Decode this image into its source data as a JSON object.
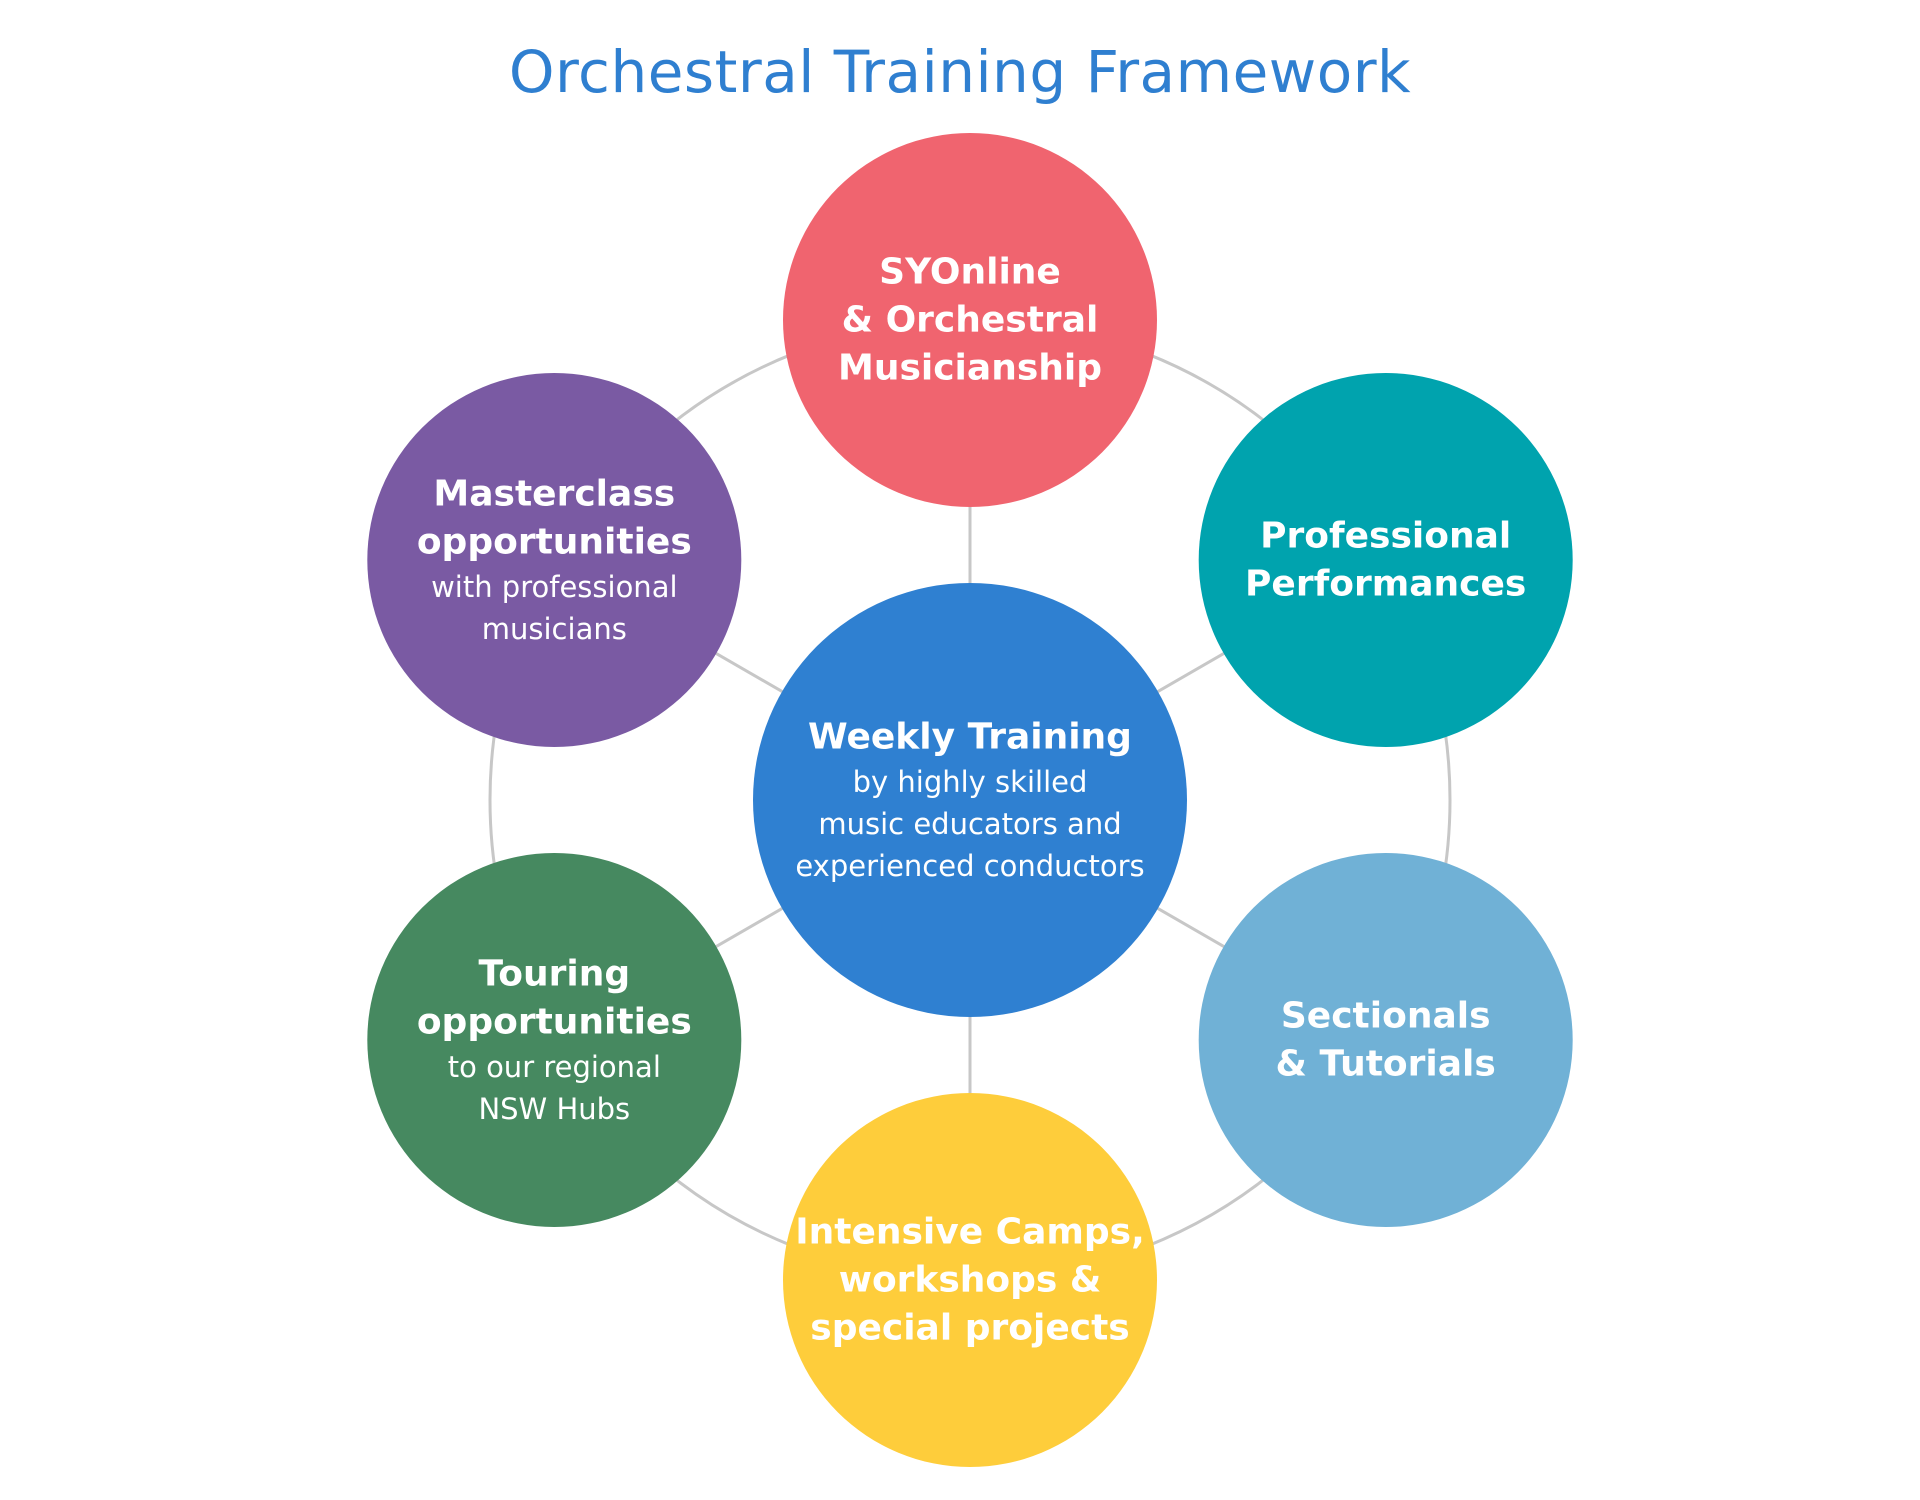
{
  "title": "Orchestral Training Framework",
  "colors": {
    "title": "#2f7fd0",
    "connector": "#c7c7c7",
    "label": "#ffffff"
  },
  "center": {
    "id": "weekly-training",
    "color": "#2f80d1",
    "lines": [
      {
        "text": "Weekly Training",
        "weight": "bold"
      },
      {
        "text": "by highly skilled",
        "weight": "normal"
      },
      {
        "text": "music educators and",
        "weight": "normal"
      },
      {
        "text": "experienced conductors",
        "weight": "normal"
      }
    ]
  },
  "nodes": [
    {
      "id": "syonline",
      "color": "#f0646f",
      "lines": [
        {
          "text": "SYOnline",
          "weight": "bold"
        },
        {
          "text": "& Orchestral",
          "weight": "bold"
        },
        {
          "text": "Musicianship",
          "weight": "bold"
        }
      ]
    },
    {
      "id": "professional-performances",
      "color": "#00a3ae",
      "lines": [
        {
          "text": "Professional",
          "weight": "bold"
        },
        {
          "text": "Performances",
          "weight": "bold"
        }
      ]
    },
    {
      "id": "sectionals-tutorials",
      "color": "#70b1d6",
      "lines": [
        {
          "text": "Sectionals",
          "weight": "bold"
        },
        {
          "text": "& Tutorials",
          "weight": "bold"
        }
      ]
    },
    {
      "id": "intensive-camps",
      "color": "#fecd3b",
      "lines": [
        {
          "text": "Intensive Camps,",
          "weight": "bold"
        },
        {
          "text": "workshops &",
          "weight": "bold"
        },
        {
          "text": "special projects",
          "weight": "bold"
        }
      ]
    },
    {
      "id": "touring-opportunities",
      "color": "#468960",
      "lines": [
        {
          "text": "Touring",
          "weight": "bold"
        },
        {
          "text": "opportunities",
          "weight": "bold"
        },
        {
          "text": "to our regional",
          "weight": "normal"
        },
        {
          "text": "NSW Hubs",
          "weight": "normal"
        }
      ]
    },
    {
      "id": "masterclass-opportunities",
      "color": "#7a5aa3",
      "lines": [
        {
          "text": "Masterclass",
          "weight": "bold"
        },
        {
          "text": "opportunities",
          "weight": "bold"
        },
        {
          "text": "with professional",
          "weight": "normal"
        },
        {
          "text": "musicians",
          "weight": "normal"
        }
      ]
    }
  ]
}
